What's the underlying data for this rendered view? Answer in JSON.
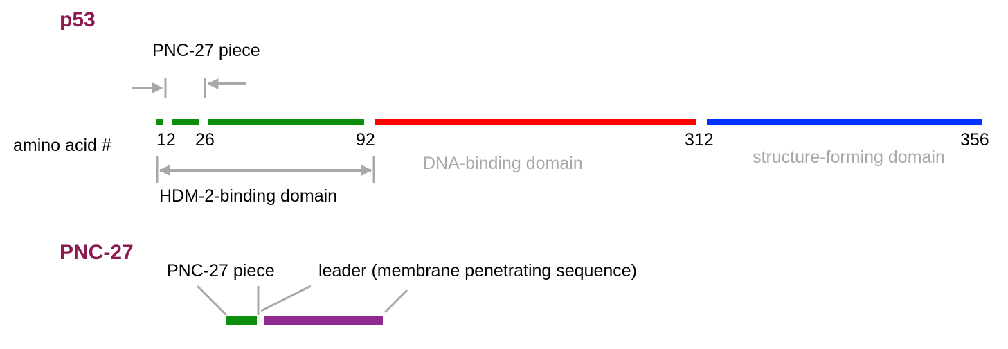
{
  "titles": {
    "p53": "p53",
    "pnc27": "PNC-27"
  },
  "labels": {
    "pnc27_piece_top": "PNC-27 piece",
    "amino_acid": "amino acid #",
    "hdm2_domain": "HDM-2-binding domain",
    "dna_domain": "DNA-binding domain",
    "structure_domain": "structure-forming domain",
    "pnc27_piece_bottom": "PNC-27 piece",
    "leader": "leader (membrane penetrating sequence)"
  },
  "positions": {
    "p12": "12",
    "p26": "26",
    "p92": "92",
    "p312": "312",
    "p356": "356"
  },
  "colors": {
    "title": "#8b1a52",
    "green": "#0c8f0c",
    "red": "#ff0000",
    "blue": "#0033ff",
    "purple": "#912a91",
    "gray": "#a8a8a8"
  }
}
